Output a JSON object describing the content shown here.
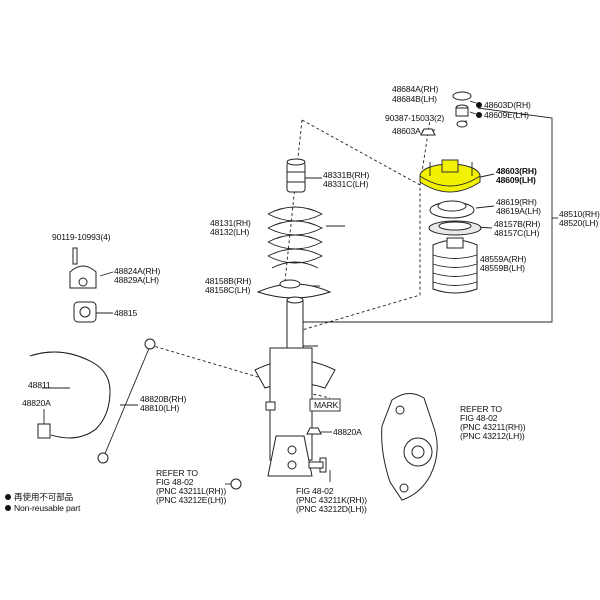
{
  "labels": {
    "p48684a": "48684A(RH)",
    "p48684b": "48684B(LH)",
    "p90387": "90387-15033(2)",
    "p48603a": "48603A",
    "p48603d": "48603D(RH)",
    "p48609e": "48609E(LH)",
    "p48603": "48603(RH)",
    "p48609": "48609(LH)",
    "p48619": "48619(RH)",
    "p48619a": "48619A(LH)",
    "p48157b": "48157B(RH)",
    "p48157c": "48157C(LH)",
    "p48559a": "48559A(RH)",
    "p48559b": "48559B(LH)",
    "p48510": "48510(RH)",
    "p48520": "48520(LH)",
    "p48331b": "48331B(RH)",
    "p48331c": "48331C(LH)",
    "p48131": "48131(RH)",
    "p48132": "48132(LH)",
    "p48158b": "48158B(RH)",
    "p48158c": "48158C(LH)",
    "p90119": "90119-10993(4)",
    "p48824a": "48824A(RH)",
    "p48829a": "48829A(LH)",
    "p48815": "48815",
    "p48811": "48811",
    "p48820a_left": "48820A",
    "p48820b": "48820B(RH)",
    "p48810": "48810(LH)",
    "mark": "MARK",
    "p48820a_right": "48820A"
  },
  "refs": {
    "a": {
      "line1": "REFER TO",
      "line2": "FIG 48-02",
      "line3": "(PNC 43211L(RH))",
      "line4": "(PNC 43212E(LH))"
    },
    "b": {
      "line1": "FIG 48-02",
      "line2": "(PNC 43211K(RH))",
      "line3": "(PNC 43212D(LH))",
      "line4": ""
    },
    "c": {
      "line1": "REFER TO",
      "line2": "FIG 48-02",
      "line3": "(PNC 43211(RH))",
      "line4": "(PNC 43212(LH))"
    }
  },
  "legend": {
    "jp": "再使用不可部品",
    "en": "Non-reusable part"
  },
  "colors": {
    "highlight": "#f2f200",
    "ink": "#222222",
    "background": "#ffffff"
  }
}
